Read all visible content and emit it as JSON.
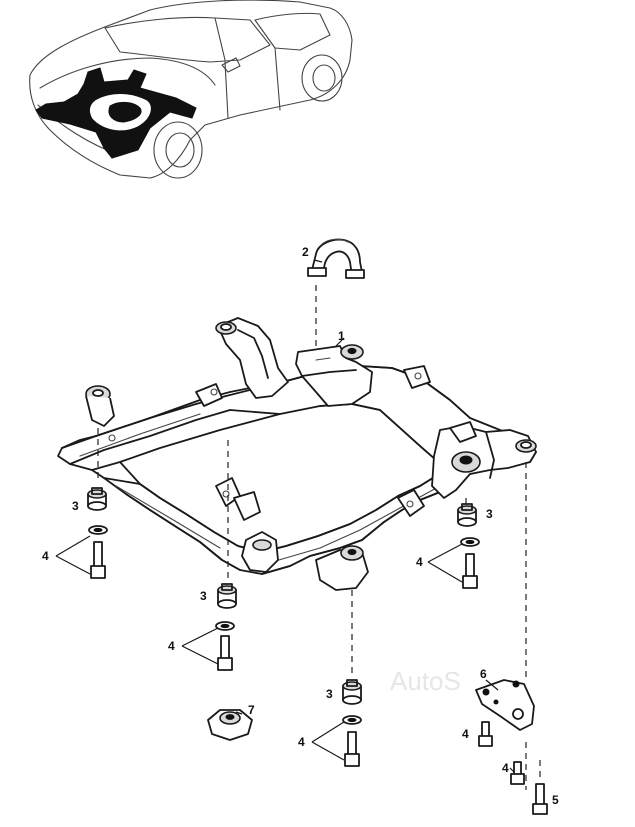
{
  "callouts": {
    "c1": "1",
    "c2": "2",
    "c3a": "3",
    "c3b": "3",
    "c3c": "3",
    "c3d": "3",
    "c4a": "4",
    "c4b": "4",
    "c4c": "4",
    "c4d": "4",
    "c4e": "4",
    "c4f": "4",
    "c5": "5",
    "c6": "6",
    "c7": "7"
  },
  "watermark": "AutoS",
  "colors": {
    "line": "#1a1a1a",
    "highlight": "#111111",
    "background": "#ffffff"
  }
}
